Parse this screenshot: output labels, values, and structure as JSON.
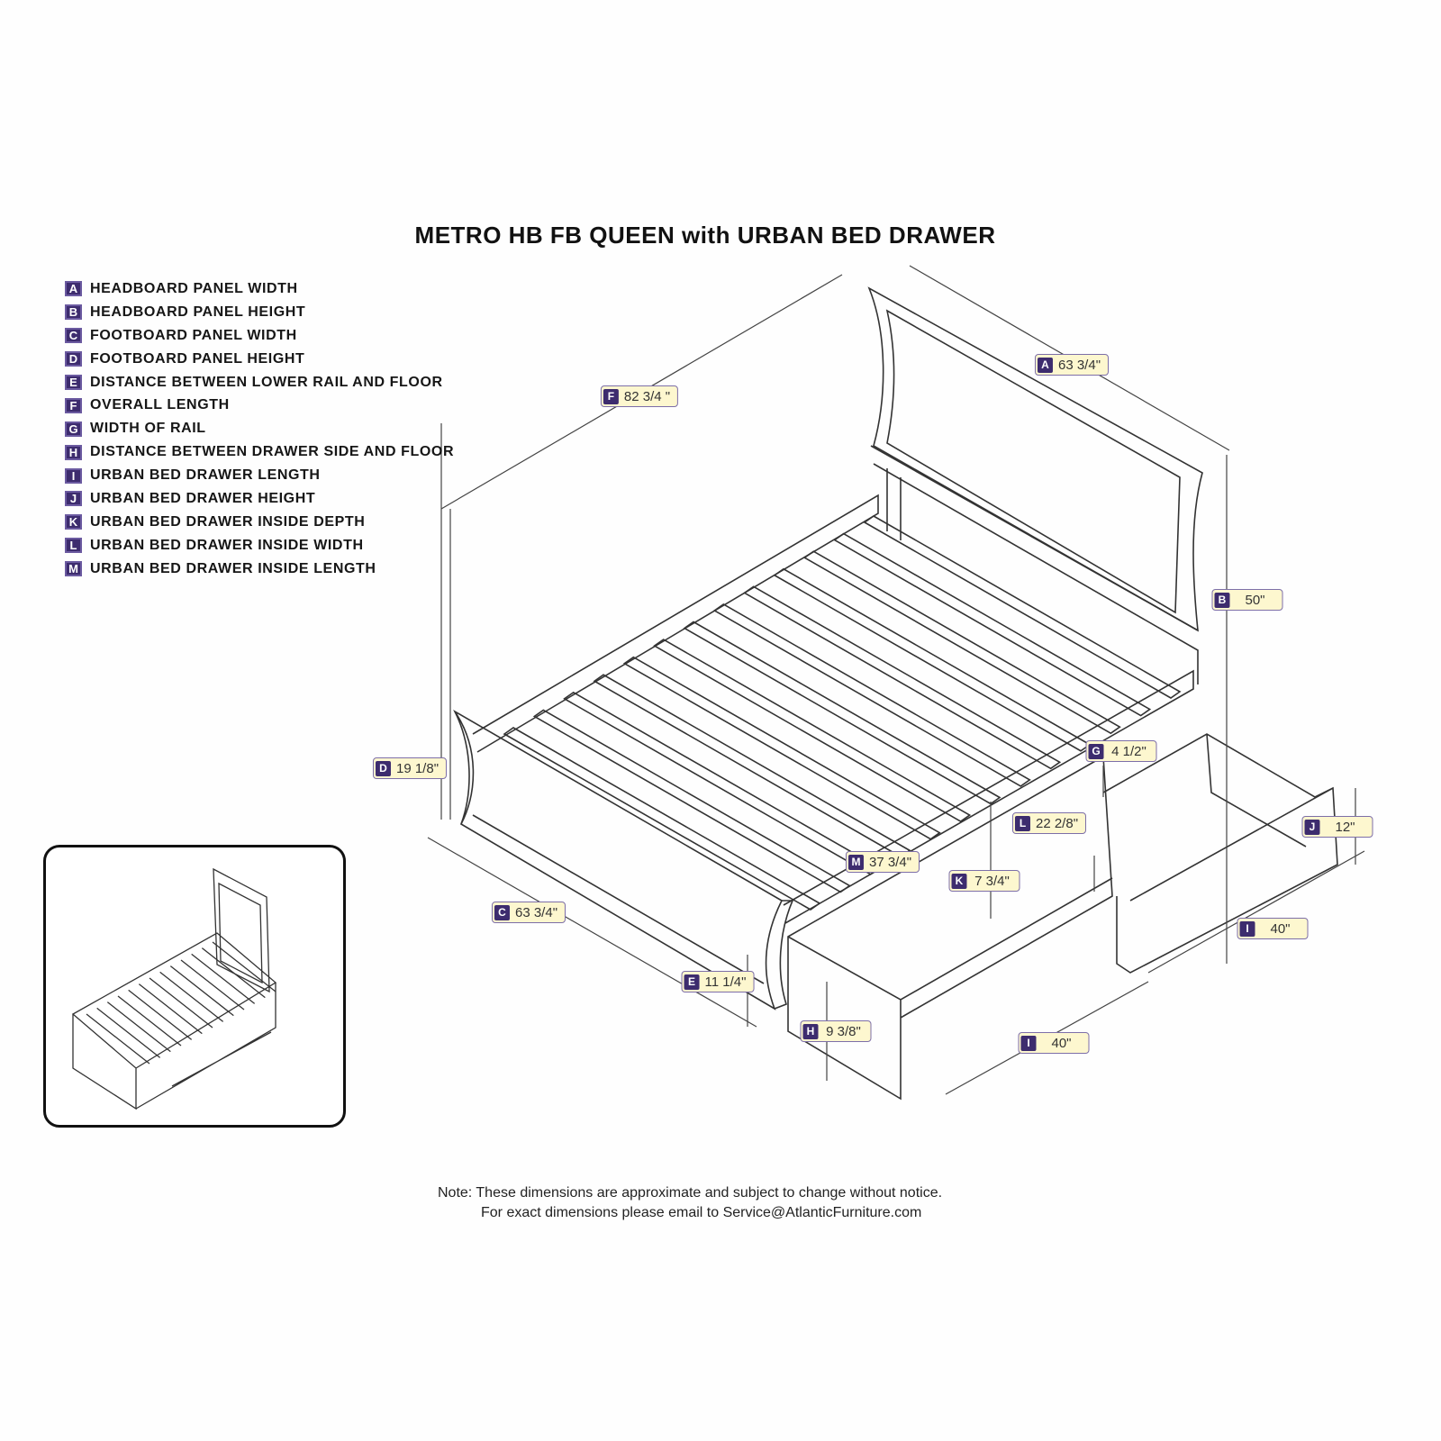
{
  "title": "METRO HB FB QUEEN with URBAN BED DRAWER",
  "legend": [
    {
      "key": "A",
      "text": "HEADBOARD PANEL WIDTH"
    },
    {
      "key": "B",
      "text": "HEADBOARD PANEL HEIGHT"
    },
    {
      "key": "C",
      "text": "FOOTBOARD PANEL WIDTH"
    },
    {
      "key": "D",
      "text": "FOOTBOARD PANEL HEIGHT"
    },
    {
      "key": "E",
      "text": "DISTANCE BETWEEN LOWER RAIL AND FLOOR"
    },
    {
      "key": "F",
      "text": "OVERALL LENGTH"
    },
    {
      "key": "G",
      "text": "WIDTH OF RAIL"
    },
    {
      "key": "H",
      "text": "DISTANCE BETWEEN DRAWER SIDE AND FLOOR"
    },
    {
      "key": "I",
      "text": "URBAN BED DRAWER LENGTH"
    },
    {
      "key": "J",
      "text": "URBAN BED DRAWER HEIGHT"
    },
    {
      "key": "K",
      "text": "URBAN BED DRAWER INSIDE DEPTH"
    },
    {
      "key": "L",
      "text": "URBAN BED DRAWER INSIDE WIDTH"
    },
    {
      "key": "M",
      "text": "URBAN BED DRAWER INSIDE LENGTH"
    }
  ],
  "dimensions": [
    {
      "key": "A",
      "value": "63 3/4\""
    },
    {
      "key": "F",
      "value": "82 3/4 \""
    },
    {
      "key": "B",
      "value": "50\""
    },
    {
      "key": "D",
      "value": "19 1/8\""
    },
    {
      "key": "G",
      "value": "4 1/2\""
    },
    {
      "key": "L",
      "value": "22 2/8\""
    },
    {
      "key": "J",
      "value": "12\""
    },
    {
      "key": "M",
      "value": "37 3/4\""
    },
    {
      "key": "K",
      "value": "7 3/4\""
    },
    {
      "key": "C",
      "value": "63 3/4\""
    },
    {
      "key": "I",
      "value": "40\""
    },
    {
      "key": "E",
      "value": "11 1/4\""
    },
    {
      "key": "H",
      "value": "9 3/8\""
    },
    {
      "key": "I",
      "value": "40\""
    }
  ],
  "note": {
    "line1": "Note:  These dimensions are approximate and subject to change without notice.",
    "line2": "For exact dimensions please email to Service@AtlanticFurniture.com"
  },
  "colors": {
    "badge": "#3d2c6e",
    "label_bg": "#fdf7cf",
    "line": "#333333"
  }
}
